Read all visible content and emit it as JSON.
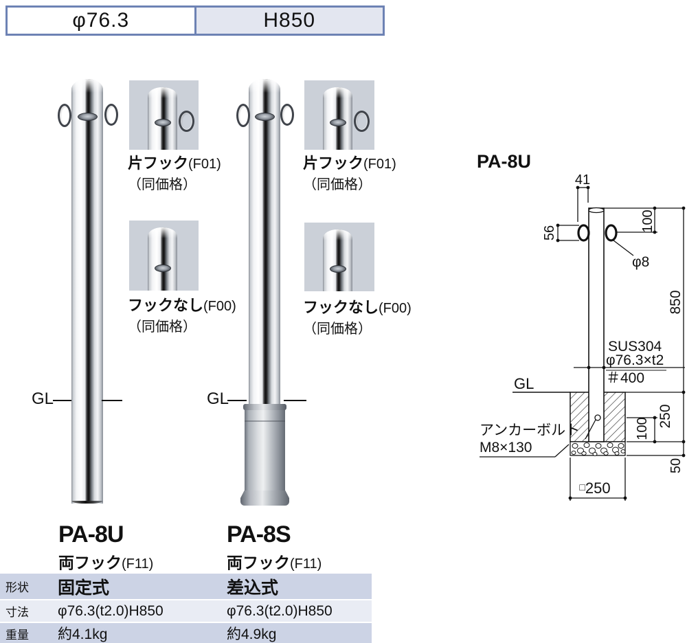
{
  "header": {
    "diameter_label": "φ76.3",
    "height_label": "H850"
  },
  "products": [
    {
      "model": "PA-8U",
      "hook_label": "両フック",
      "hook_code": "(F11)",
      "gl": "GL",
      "variants": [
        {
          "name": "片フック",
          "code": "(F01)",
          "note": "（同価格）"
        },
        {
          "name": "フックなし",
          "code": "(F00)",
          "note": "（同価格）"
        }
      ],
      "specs": {
        "shape": "固定式",
        "dimensions": "φ76.3(t2.0)H850",
        "weight": "約4.1kg"
      }
    },
    {
      "model": "PA-8S",
      "hook_label": "両フック",
      "hook_code": "(F11)",
      "gl": "GL",
      "variants": [
        {
          "name": "片フック",
          "code": "(F01)",
          "note": "（同価格）"
        },
        {
          "name": "フックなし",
          "code": "(F00)",
          "note": "（同価格）"
        }
      ],
      "specs": {
        "shape": "差込式",
        "dimensions": "φ76.3(t2.0)H850",
        "weight": "約4.9kg"
      }
    }
  ],
  "spec_table": {
    "labels": {
      "shape": "形状",
      "dimensions": "寸法",
      "weight": "重量"
    }
  },
  "drawing": {
    "title": "PA-8U",
    "gl": "GL",
    "dims": {
      "hook_offset": "41",
      "hook_height": "56",
      "top_to_hook": "100",
      "hook_dia": "φ8",
      "height_above_gl": "850",
      "embed_depth": "250",
      "anchor_height": "100",
      "gravel_depth": "50",
      "base_square_prefix": "□",
      "base_square": "250"
    },
    "materials": {
      "grade": "SUS304",
      "pipe": "φ76.3×t2",
      "finish": "＃400"
    },
    "anchor": {
      "line1": "アンカーボルト",
      "line2": "M8×130"
    }
  },
  "colors": {
    "header_border": "#6d82b4",
    "header_cell_fill": "#e3e6f0",
    "thumb_bg": "#cbd0d8",
    "table_row_dark": "#ccd3e5",
    "table_row_light": "#e9ecf4",
    "line": "#111111"
  }
}
